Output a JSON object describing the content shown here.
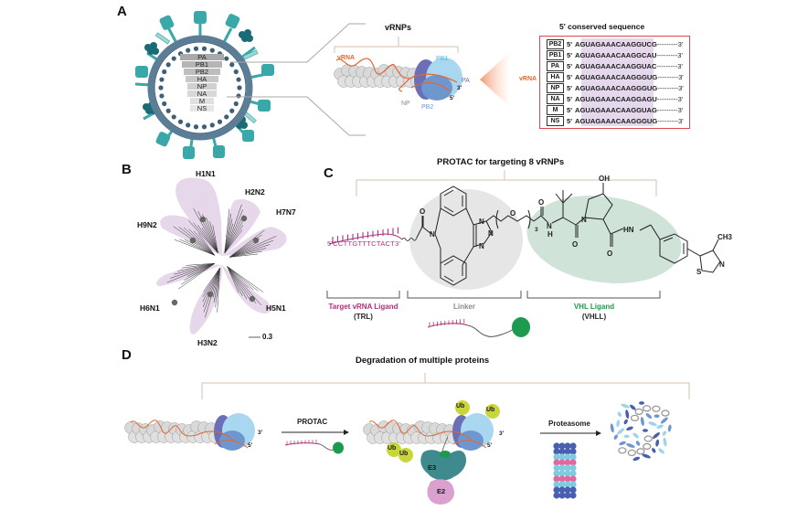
{
  "panels": {
    "A": {
      "label": "A",
      "virion": {
        "segments": [
          "PA",
          "PB1",
          "PB2",
          "HA",
          "NP",
          "NA",
          "M",
          "NS"
        ]
      },
      "vrnp": {
        "title": "vRNPs",
        "labels": {
          "vrna": "vRNA",
          "pb1": "PB1",
          "pa": "PA",
          "np": "NP",
          "pb2": "PB2",
          "three_prime": "3'",
          "five_prime": "5'"
        }
      },
      "conserved": {
        "title": "5' conserved sequence",
        "side_label": "vRNA",
        "rows": [
          {
            "gene": "PB2",
            "prefix": "5'",
            "conserved": "AGUAGAAACAAGG",
            "variable": "UCG",
            "suffix": "---------3'"
          },
          {
            "gene": "PB1",
            "prefix": "5'",
            "conserved": "AGUAGAAACAAGG",
            "variable": "CAU",
            "suffix": "---------3'"
          },
          {
            "gene": "PA",
            "prefix": "5'",
            "conserved": "AGUAGAAACAAGG",
            "variable": "UAC",
            "suffix": "---------3'"
          },
          {
            "gene": "HA",
            "prefix": "5'",
            "conserved": "AGUAGAAACAAGG",
            "variable": "GUG",
            "suffix": "---------3'"
          },
          {
            "gene": "NP",
            "prefix": "5'",
            "conserved": "AGUAGAAACAAGG",
            "variable": "GUG",
            "suffix": "---------3'"
          },
          {
            "gene": "NA",
            "prefix": "5'",
            "conserved": "AGUAGAAACAAGG",
            "variable": "AGU",
            "suffix": "---------3'"
          },
          {
            "gene": "M",
            "prefix": "5'",
            "conserved": "AGUAGAAACAAGG",
            "variable": "UAG",
            "suffix": "---------3'"
          },
          {
            "gene": "NS",
            "prefix": "5'",
            "conserved": "AGUAGAAACAAGG",
            "variable": "GUG",
            "suffix": "---------3'"
          }
        ]
      }
    },
    "B": {
      "label": "B",
      "subtypes": [
        "H1N1",
        "H2N2",
        "H7N7",
        "H9N2",
        "H6N1",
        "H5N1",
        "H3N2"
      ],
      "scale_bar": "0.3"
    },
    "C": {
      "label": "C",
      "title": "PROTAC for targeting 8 vRNPs",
      "sequence": "5'CCTTGTTTCTACT3'",
      "chem_labels": {
        "o1": "O",
        "n1": "N",
        "n_tri1": "N",
        "n_tri2": "N",
        "n_tri3": "N",
        "o_peg": "O",
        "sub3": "3",
        "o2": "O",
        "nh1": "N",
        "h1": "H",
        "o3": "O",
        "n_pro": "N",
        "oh": "OH",
        "o4": "O",
        "hn": "HN",
        "ch3": "CH3",
        "s": "S",
        "n_thz": "N"
      },
      "parts": [
        {
          "name": "Target vRNA Ligand",
          "abbr": "(TRL)",
          "color": "#b0307a"
        },
        {
          "name": "Linker",
          "abbr": "",
          "color": "#8a8a8a"
        },
        {
          "name": "VHL Ligand",
          "abbr": "(VHLL)",
          "color": "#1e9a4e"
        }
      ]
    },
    "D": {
      "label": "D",
      "title": "Degradation of multiple proteins",
      "arrow1_label": "PROTAC",
      "arrow2_label": "Proteasome",
      "ub_label": "Ub",
      "e3_label": "E3",
      "e2_label": "E2",
      "three_prime": "3'",
      "five_prime": "5'"
    }
  },
  "colors": {
    "virion_teal": "#3aa7a8",
    "virion_dark_teal": "#1a6b78",
    "envelope": "#5b7d95",
    "vrna_orange": "#e2682e",
    "pb1_light_blue": "#a9d7ef",
    "pb2_blue": "#6f97cf",
    "pa_purple": "#6a6fb6",
    "np_gray": "#d9d9d9",
    "trl_magenta": "#b0307a",
    "vhl_green": "#1e9a4e",
    "linker_ellipse": "#e6e6e6",
    "vhl_ellipse": "#cfe3d8",
    "ub_yellow": "#c9d63a",
    "e3_teal": "#3f8a8f",
    "e2_pink": "#d9a0d0",
    "proteasome_pink": "#e06aa0",
    "tree_fill": "#e6d8ea",
    "bracket_tan": "#d4c2b0"
  }
}
